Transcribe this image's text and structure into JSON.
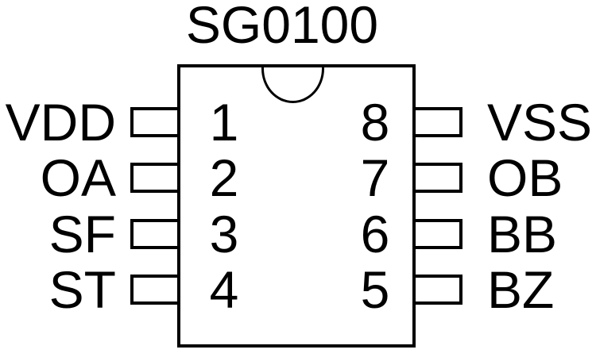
{
  "title": "SG0100",
  "pins": {
    "left": [
      {
        "number": "1",
        "label": "VDD"
      },
      {
        "number": "2",
        "label": "OA"
      },
      {
        "number": "3",
        "label": "SF"
      },
      {
        "number": "4",
        "label": "ST"
      }
    ],
    "right": [
      {
        "number": "8",
        "label": "VSS"
      },
      {
        "number": "7",
        "label": "OB"
      },
      {
        "number": "6",
        "label": "BB"
      },
      {
        "number": "5",
        "label": "BZ"
      }
    ]
  },
  "colors": {
    "line": "#000000",
    "background": "#ffffff"
  }
}
